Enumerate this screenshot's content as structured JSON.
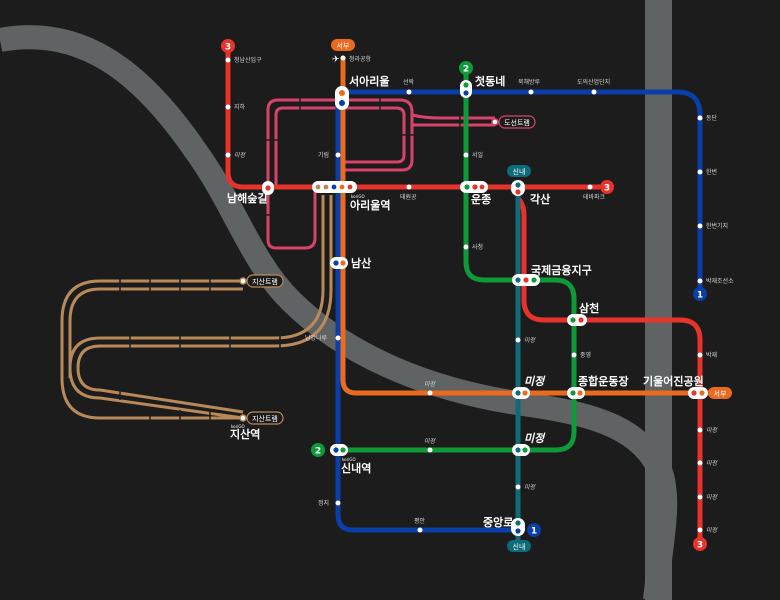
{
  "colors": {
    "background": "#1c1c1c",
    "river": "#5f6364",
    "line1": "#0a3ea8",
    "line2": "#0f9a3a",
    "line3": "#e8322c",
    "orange": "#ea6a1e",
    "teal": "#0f6a7a",
    "pink": "#d9436a",
    "tan": "#b88a5a",
    "lightrail_white": "#ffffff"
  },
  "line_badges": {
    "line1": "1",
    "line2": "2",
    "line3": "3"
  },
  "tags": {
    "seobu": "서부",
    "sinnae": "신내",
    "doseon": "도선트램",
    "jisan": "지산트램"
  },
  "transfer_stations": {
    "seoarium": "서아리울",
    "cheotdongne": "첫동네",
    "namhaesupgil": "남해숲길",
    "ariulyeok": "아리울역",
    "unjong": "운종",
    "gaksan": "각산",
    "namsan": "남산",
    "gukje": "국제금융지구",
    "samcheon": "삼천",
    "jonghap": "종합운동장",
    "gieojin": "기울어진공원",
    "mijeong_a": "미정",
    "mijeong_b": "미정",
    "sinnaeyeok": "신내역",
    "jisanyeok": "지산역",
    "jungangro": "중앙로"
  },
  "brand_marks": {
    "ariulyeok": "koriGO",
    "sinnaeyeok": "koriGO",
    "jisanyeok": "koriGO"
  },
  "stations": {
    "cheongnam": "청남산입구",
    "jiha": "지하",
    "mijeong_l3": "미정",
    "cheongnagonghang": "청라공항",
    "seonnak": "선락",
    "bukchaekbangu": "북채방루",
    "doeosaneop": "도의산업단지",
    "dongdan": "동단",
    "hanbeon": "한번",
    "hanbeongiji": "한번기지",
    "bakjae_josun": "박재조선소",
    "seoil": "서일",
    "sacheong": "사청",
    "girim": "기림",
    "taewongong": "태원공",
    "tebapark": "테바파크",
    "namgangnaru": "남강나루",
    "mijeong_teal": "미정",
    "jungyeong": "중영",
    "bakjae": "박재",
    "mijeong_orange": "미정",
    "mijeong_green": "미정",
    "mijeong_r1": "미정",
    "mijeong_r2": "미정",
    "mijeong_r3": "미정",
    "mijeong_r4": "미정",
    "mijeong_teal2": "미정",
    "jeongji": "정지",
    "pyeongan": "평안"
  }
}
